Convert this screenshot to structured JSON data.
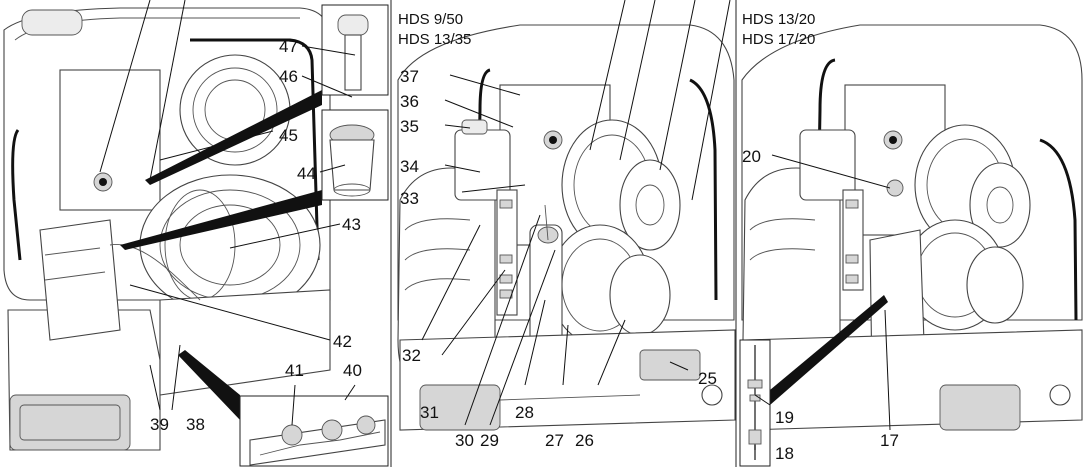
{
  "panels": [
    {
      "id": "left",
      "models": [],
      "callouts": [
        "47",
        "46",
        "45",
        "44",
        "43",
        "42",
        "41",
        "40",
        "39",
        "38"
      ]
    },
    {
      "id": "middle",
      "models": [
        "HDS 9/50",
        "HDS 13/35"
      ],
      "callouts": [
        "37",
        "36",
        "35",
        "34",
        "33",
        "32",
        "31",
        "30",
        "29",
        "28",
        "27",
        "26",
        "25"
      ]
    },
    {
      "id": "right",
      "models": [
        "HDS 13/20",
        "HDS 17/20"
      ],
      "callouts": [
        "20",
        "19",
        "18",
        "17"
      ]
    }
  ]
}
